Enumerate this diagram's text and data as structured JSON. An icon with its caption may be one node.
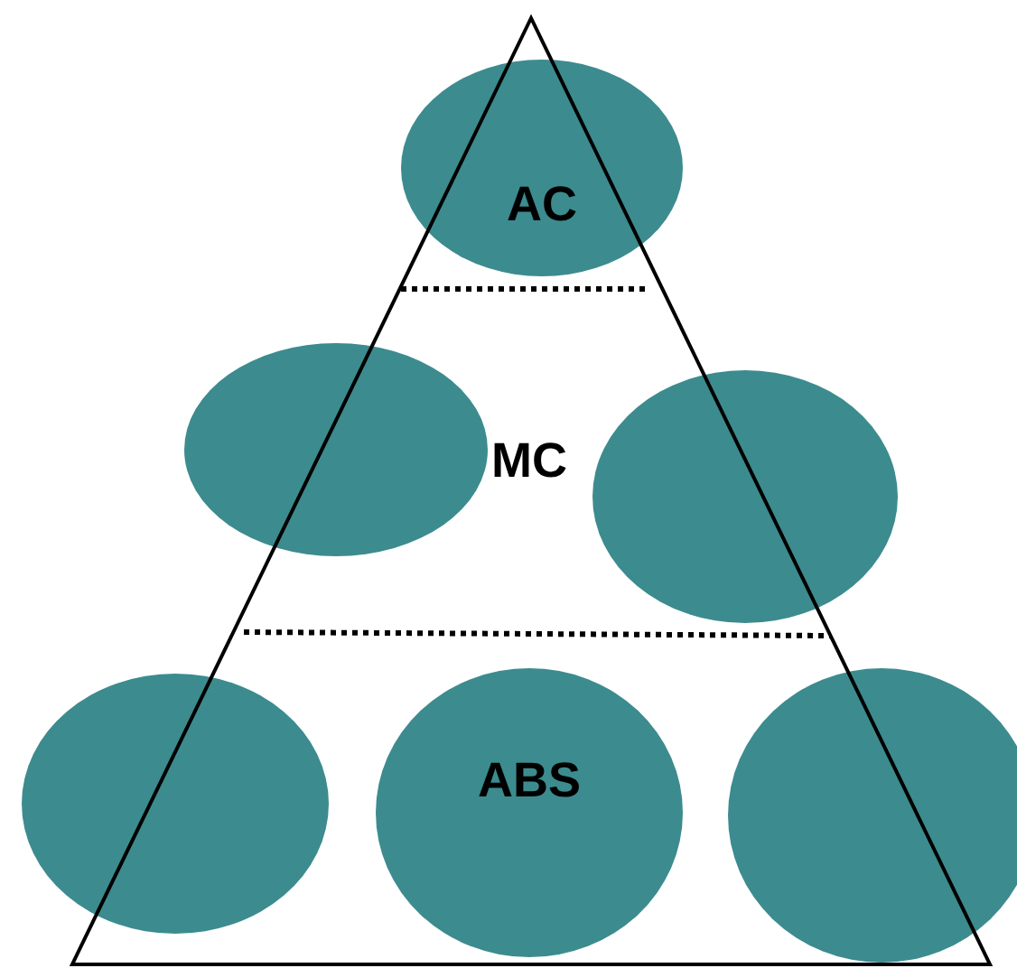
{
  "diagram": {
    "nodes": [
      {
        "text": [
          "AC"
        ]
      },
      {
        "text": [],
        "shape": "circle"
      },
      {
        "text": [],
        "shape": "circle"
      },
      {
        "text": [],
        "shape": "circle"
      },
      {
        "text": [
          "ABS"
        ]
      },
      {
        "text": [],
        "shape": "circle"
      }
    ],
    "labels": [
      "MC"
    ]
  }
}
